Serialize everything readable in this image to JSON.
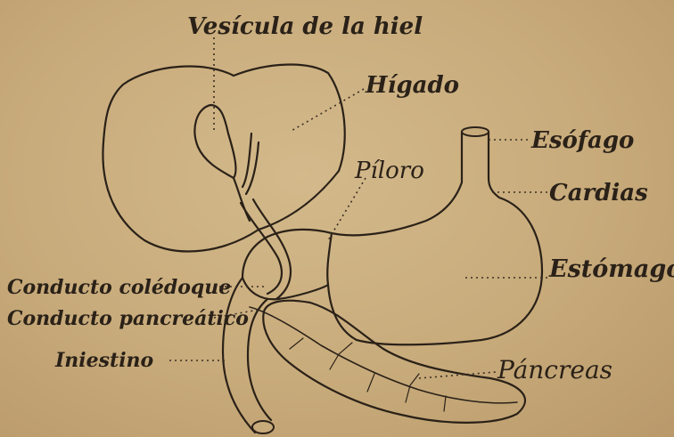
{
  "labels": {
    "vesicula": "Vesícula de la hiel",
    "higado": "Hígado",
    "esofago": "Esófago",
    "piloro": "Píloro",
    "cardias": "Cardias",
    "estomago": "Estómago",
    "coledoque": "Conducto colédoque",
    "pancreatico": "Conducto pancreático",
    "intestino": "Iniestino",
    "pancreas": "Páncreas"
  },
  "colors": {
    "paper": "#c9ad7e",
    "ink": "#2a2118"
  }
}
